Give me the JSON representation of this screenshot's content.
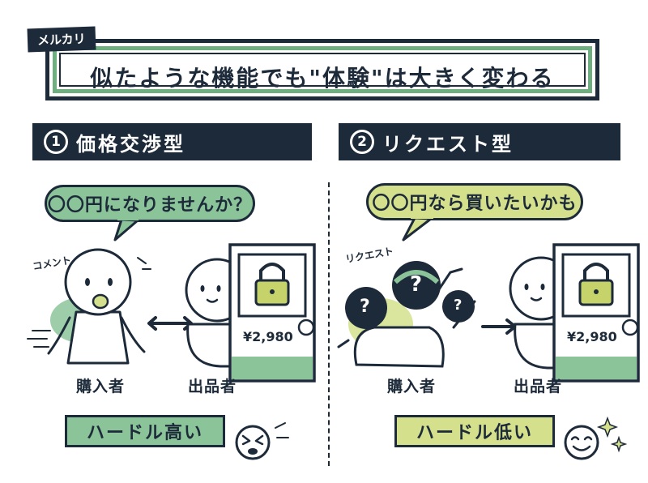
{
  "header": {
    "brand": "メルカリ",
    "title": "似たような機能でも\"体験\"は大きく変わる"
  },
  "sections": [
    {
      "number": "1",
      "name": "価格交渉型",
      "bubble": "〇〇円になりませんか？",
      "action_label": "コメント",
      "buyer": "購入者",
      "seller": "出品者",
      "price": "¥2,980",
      "hurdle": "ハードル高い"
    },
    {
      "number": "2",
      "name": "リクエスト型",
      "bubble": "〇〇円なら買いたいかも",
      "action_label": "リクエスト",
      "buyer": "購入者",
      "seller": "出品者",
      "price": "¥2,980",
      "hurdle": "ハードル低い"
    }
  ],
  "icons": {
    "unknown_buyer_mark": "?"
  },
  "colors": {
    "navy": "#1d2a3a",
    "green": "#8cc49a",
    "dark_green": "#6fae7f",
    "yellow_green": "#d4e08c",
    "lock": "#c5d36a"
  }
}
